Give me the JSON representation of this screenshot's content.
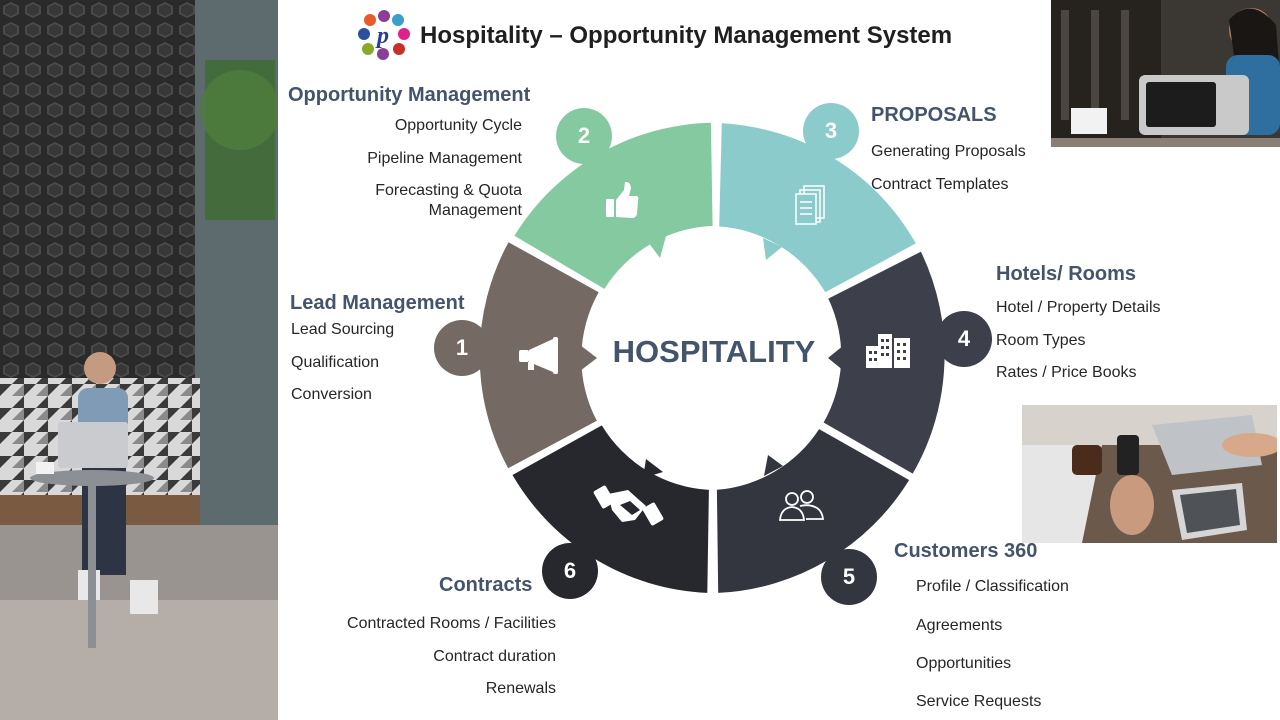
{
  "header": {
    "title": "Hospitality – Opportunity Management System",
    "logo_letter": "p"
  },
  "center_label": "HOSPITALITY",
  "colors": {
    "opportunity": "#85c9a0",
    "proposals": "#8ccbcb",
    "hotels": "#3d3f4b",
    "customers": "#33363f",
    "contracts": "#27282d",
    "lead": "#756a63",
    "section_title": "#44546a"
  },
  "sections": {
    "lead": {
      "number": "1",
      "title": "Lead Management",
      "icon": "megaphone-icon",
      "items": [
        "Lead Sourcing",
        "Qualification",
        "Conversion"
      ]
    },
    "opportunity": {
      "number": "2",
      "title": "Opportunity Management",
      "icon": "thumbs-up-icon",
      "items": [
        "Opportunity Cycle",
        "Pipeline Management",
        "Forecasting & Quota",
        "Management"
      ]
    },
    "proposals": {
      "number": "3",
      "title": "PROPOSALS",
      "icon": "documents-icon",
      "items": [
        "Generating Proposals",
        "Contract Templates"
      ]
    },
    "hotels": {
      "number": "4",
      "title": "Hotels/ Rooms",
      "icon": "buildings-icon",
      "items": [
        "Hotel / Property Details",
        "Room Types",
        "Rates / Price Books"
      ]
    },
    "customers": {
      "number": "5",
      "title": "Customers 360",
      "icon": "people-icon",
      "items": [
        "Profile  / Classification",
        "Agreements",
        "Opportunities",
        "Service Requests"
      ]
    },
    "contracts": {
      "number": "6",
      "title": "Contracts",
      "icon": "handshake-icon",
      "items": [
        "Contracted Rooms / Facilities",
        "Contract duration",
        "Renewals"
      ]
    }
  }
}
